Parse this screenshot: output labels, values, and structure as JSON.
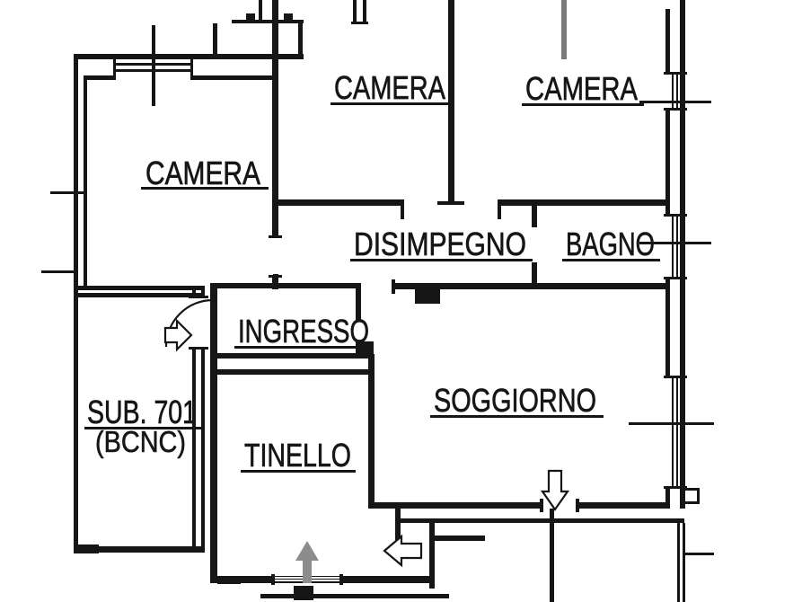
{
  "drawing": {
    "title": "apartment floor plan",
    "background_color": "#ffffff",
    "line_color": "#161616",
    "arrow_gray_color": "#8c8c8c",
    "rooms": {
      "camera_left": {
        "label": "CAMERA"
      },
      "camera_middle": {
        "label": "CAMERA"
      },
      "camera_right": {
        "label": "CAMERA"
      },
      "disimpegno": {
        "label": "DISIMPEGNO"
      },
      "bagno": {
        "label": "BAGNO"
      },
      "ingresso": {
        "label": "INGRESSO"
      },
      "soggiorno": {
        "label": "SOGGIORNO"
      },
      "tinello": {
        "label": "TINELLO"
      },
      "sub_701": {
        "label": "SUB. 701",
        "sublabel": "(BCNC)"
      }
    },
    "symbols": {
      "entry_arrow": "right-arrow-icon",
      "stair_arrow_up": "up-arrow-icon",
      "passage_arrow_left": "left-arrow-icon",
      "balcony_arrow_down": "down-arrow-icon",
      "door_swing": "quarter-arc",
      "window": "double-line-with-ticks"
    }
  }
}
